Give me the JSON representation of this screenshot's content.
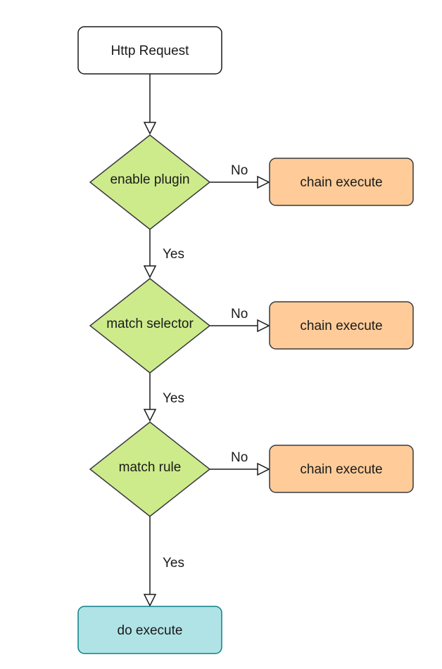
{
  "nodes": {
    "http_request": {
      "label": "Http Request",
      "fill": "#ffffff",
      "stroke": "#1a1a1a"
    },
    "enable_plugin": {
      "label": "enable plugin",
      "fill": "#cdeb8b",
      "stroke": "#36393d"
    },
    "match_selector": {
      "label": "match selector",
      "fill": "#cdeb8b",
      "stroke": "#36393d"
    },
    "match_rule": {
      "label": "match rule",
      "fill": "#cdeb8b",
      "stroke": "#36393d"
    },
    "chain_execute_1": {
      "label": "chain execute",
      "fill": "#ffcc99",
      "stroke": "#36393d"
    },
    "chain_execute_2": {
      "label": "chain execute",
      "fill": "#ffcc99",
      "stroke": "#36393d"
    },
    "chain_execute_3": {
      "label": "chain execute",
      "fill": "#ffcc99",
      "stroke": "#36393d"
    },
    "do_execute": {
      "label": "do execute",
      "fill": "#b0e3e6",
      "stroke": "#0e8088"
    }
  },
  "edges": {
    "enable_plugin_no": "No",
    "enable_plugin_yes": "Yes",
    "match_selector_no": "No",
    "match_selector_yes": "Yes",
    "match_rule_no": "No",
    "match_rule_yes": "Yes"
  }
}
